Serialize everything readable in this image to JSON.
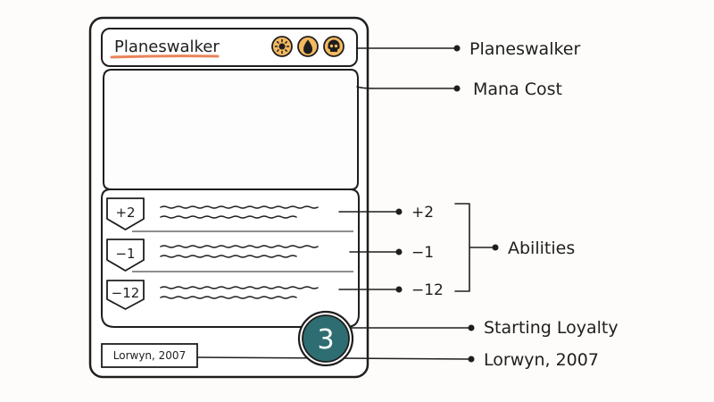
{
  "card": {
    "title": "Planeswalker",
    "set_info": "Lorwyn, 2007",
    "starting_loyalty": "3",
    "mana_icons": [
      "sun-icon",
      "water-drop-icon",
      "skull-icon"
    ],
    "abilities": [
      {
        "cost": "+2"
      },
      {
        "cost": "−1"
      },
      {
        "cost": "−12"
      }
    ]
  },
  "callouts": {
    "title": "Planeswalker",
    "mana_cost": "Mana Cost",
    "abilities": [
      "+2",
      "−1",
      "−12"
    ],
    "abilities_group": "Abilities",
    "starting_loyalty": "Starting Loyalty",
    "set_info": "Lorwyn, 2007"
  },
  "colors": {
    "title_underline": "#e8845a",
    "mana_symbol_fill": "#f4b860",
    "loyalty_fill": "#2e6e73",
    "ink": "#1e1e1e"
  }
}
